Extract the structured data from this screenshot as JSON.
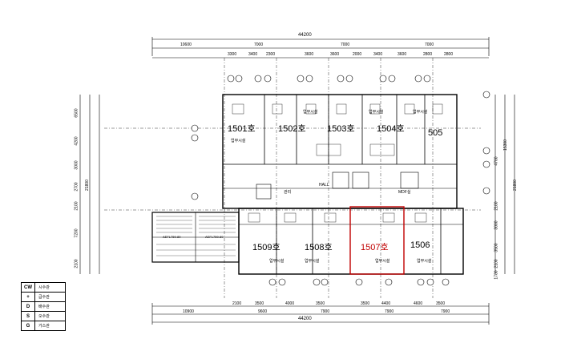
{
  "drawing": {
    "overall_width_top": "44200",
    "overall_width_bottom": "44200",
    "top_dims_row1": [
      "10600",
      "7000",
      "7000",
      "7000"
    ],
    "top_dims_row2": [
      "3300",
      "3400",
      "2300",
      "3600",
      "3600",
      "2000",
      "3400",
      "3600",
      "2800",
      "2800"
    ],
    "bottom_dims_row1": [
      "2100",
      "3500",
      "4000",
      "3500",
      "3500",
      "4400",
      "4600",
      "3500"
    ],
    "bottom_dims_row2": [
      "10900",
      "9600",
      "7900",
      "7900",
      "7900"
    ],
    "left_dims": [
      "6500",
      "4200",
      "3000",
      "2700",
      "2100",
      "7200",
      "2100",
      "21800"
    ],
    "right_dims": [
      "4700",
      "15300",
      "21800",
      "2100",
      "3000",
      "3500",
      "2100",
      "1700"
    ],
    "units_top": [
      {
        "label": "1501호",
        "color": "#000000"
      },
      {
        "label": "1502호",
        "color": "#000000"
      },
      {
        "label": "1503호",
        "color": "#000000"
      },
      {
        "label": "1504호",
        "color": "#000000"
      },
      {
        "label": "505",
        "color": "#000000"
      }
    ],
    "units_bottom": [
      {
        "label": "1509호",
        "color": "#000000"
      },
      {
        "label": "1508호",
        "color": "#000000"
      },
      {
        "label": "1507호",
        "color": "#c00000"
      },
      {
        "label": "1506",
        "color": "#000000"
      }
    ],
    "room_labels": [
      "업무시설",
      "업무시설",
      "업무시설",
      "업무시설",
      "업무시설",
      "업무시설",
      "업무시설",
      "업무시설"
    ],
    "core_labels": [
      "HALL",
      "관리",
      "MDF실",
      "AEFL759-89",
      "AEFL759-89"
    ],
    "highlight_color": "#c00000"
  },
  "legend": [
    {
      "symbol": "CW",
      "label": "시수관"
    },
    {
      "symbol": "+",
      "label": "급수관"
    },
    {
      "symbol": "D",
      "label": "배수관"
    },
    {
      "symbol": "S",
      "label": "오수관"
    },
    {
      "symbol": "G",
      "label": "가스관"
    }
  ]
}
